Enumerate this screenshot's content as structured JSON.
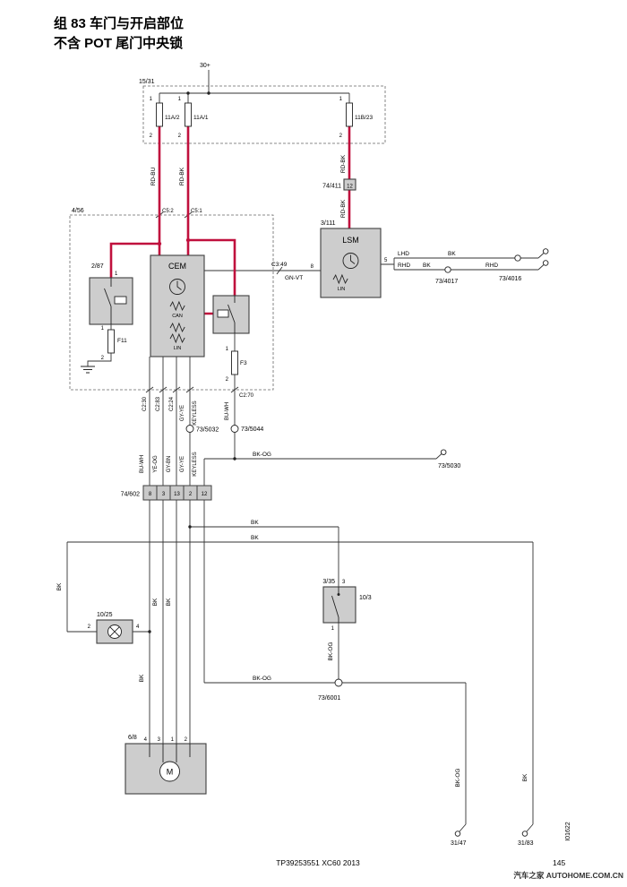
{
  "page": {
    "title_line1": "组 83 车门与开启部位",
    "title_line2": "不含 POT 尾门中央锁"
  },
  "footer": {
    "doc_code": "TP39253551 XC60 2013",
    "page_number": "145",
    "watermark": "汽车之家 AUTOHOME.COM.CN",
    "figure_id": "I01622"
  },
  "power": {
    "supply": "30+",
    "fusebox_id": "15/31",
    "fuses": [
      {
        "label": "11A/2",
        "pin_top": "1",
        "pin_bottom": "2"
      },
      {
        "label": "11A/1",
        "pin_top": "1",
        "pin_bottom": "2"
      },
      {
        "label": "11B/23",
        "pin_top": "1",
        "pin_bottom": "2"
      }
    ]
  },
  "labels": {
    "rd_bu": "RD-BU",
    "rd_bk": "RD-BK",
    "gn_vt": "GN-VT",
    "bu_wh": "BU-WH",
    "ye_og": "YE-OG",
    "gy_bn": "GY-BN",
    "gy_ye": "GY-YE",
    "keyless": "KEYLESS",
    "bk": "BK",
    "bk_og": "BK-OG",
    "lhd": "LHD",
    "rhd": "RHD"
  },
  "connectors": {
    "c5_2": "C5:2",
    "c5_1": "C5:1",
    "c3_49": "C3:49",
    "c2_30": "C2:30",
    "c2_83": "C2:83",
    "c2_24": "C2:24",
    "c2_70": "C2:70",
    "j74_411": "74/411",
    "j74_411_pin": "12",
    "j73_5032": "73/5032",
    "j73_5044": "73/5044",
    "j73_5030": "73/5030",
    "j73_6001": "73/6001",
    "j73_4017": "73/4017",
    "j73_4016": "73/4016",
    "g31_47": "31/47",
    "g31_83": "31/83"
  },
  "components": {
    "area_4_56": "4/56",
    "cem": {
      "name": "CEM",
      "can": "CAN",
      "lin": "LIN"
    },
    "lsm": {
      "id": "3/111",
      "name": "LSM",
      "lin": "LIN",
      "pin_in": "8",
      "pin_out": "5"
    },
    "unit_2_87": {
      "id": "2/87",
      "pin_top": "1"
    },
    "fuse_f11": {
      "label": "F11",
      "pin_top": "1",
      "pin_bottom": "2"
    },
    "fuse_f3": {
      "label": "F3",
      "pin_top": "1",
      "pin_bottom": "2"
    },
    "strip_74_602": {
      "id": "74/602",
      "pins": [
        "8",
        "3",
        "13",
        "2",
        "12"
      ]
    },
    "lamp_10_25": {
      "id": "10/25",
      "pin_left": "2",
      "pin_right": "4"
    },
    "switch_3_35": {
      "id": "3/35",
      "partner_id": "10/3",
      "pin_top": "3",
      "pin_bottom": "1"
    },
    "motor_6_8": {
      "id": "6/8",
      "pins": [
        "4",
        "3",
        "1",
        "2"
      ],
      "symbol": "M"
    }
  }
}
